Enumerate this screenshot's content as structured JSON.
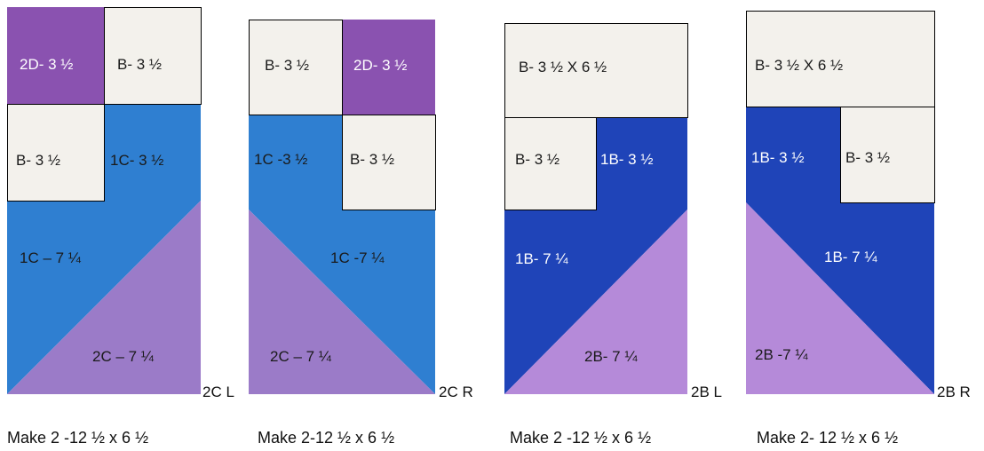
{
  "colors": {
    "cream": "#f3f1ec",
    "purple_dark": "#8a52b0",
    "blue_1c": "#2f7fd1",
    "lavender_2c": "#9b7bc8",
    "navy_1b": "#1f44b8",
    "lilac_2b": "#b58ad9"
  },
  "blocks": [
    {
      "tag": "2C L",
      "caption": "Make 2 -12 ½ x 6 ½",
      "labels": {
        "top_left": "2D- 3 ½",
        "top_right": "B- 3 ½",
        "mid_left": "B- 3 ½",
        "mid_right": "1C- 3 ½",
        "tri_upper": "1C – 7 ¼",
        "tri_lower": "2C – 7 ¼"
      }
    },
    {
      "tag": "2C R",
      "caption": "Make 2-12 ½ x 6 ½",
      "labels": {
        "top_left": "B- 3 ½",
        "top_right": "2D- 3 ½",
        "mid_left": "1C -3 ½",
        "mid_right": "B- 3 ½",
        "tri_upper": "1C -7 ¼",
        "tri_lower": "2C – 7 ¼"
      }
    },
    {
      "tag": "2B L",
      "caption": "Make 2 -12 ½ x 6 ½",
      "labels": {
        "top": "B- 3 ½ X 6 ½",
        "mid_left": "B- 3 ½",
        "mid_right": "1B- 3 ½",
        "tri_upper": "1B- 7 ¼",
        "tri_lower": "2B- 7 ¼"
      }
    },
    {
      "tag": "2B R",
      "caption": "Make 2- 12 ½ x 6 ½",
      "labels": {
        "top": "B- 3 ½ X 6 ½",
        "mid_left": "1B- 3 ½",
        "mid_right": "B- 3 ½",
        "tri_upper": "1B- 7 ¼",
        "tri_lower": "2B -7 ¼"
      }
    }
  ]
}
